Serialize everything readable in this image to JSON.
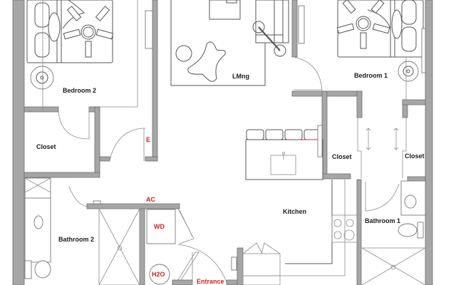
{
  "plan": {
    "rooms": {
      "bedroom2": "Bedroom 2",
      "living": "LMng",
      "bedroom1": "Bedroom 1",
      "closet_left": "Closet",
      "closet_mid": "Closet",
      "closet_right": "Closet",
      "kitchen": "Kitchen",
      "bathroom2": "Bathroom 2",
      "bathroom1": "Bathroom 1"
    },
    "utilities": {
      "electrical": "E",
      "ac": "AC",
      "washer_dryer": "WD",
      "water_heater": "H2O",
      "entrance": "Entrance"
    },
    "colors": {
      "wall": "#a6a6a6",
      "line": "#555555",
      "utility_label": "#d42020",
      "room_label": "#1a1a1a"
    }
  }
}
